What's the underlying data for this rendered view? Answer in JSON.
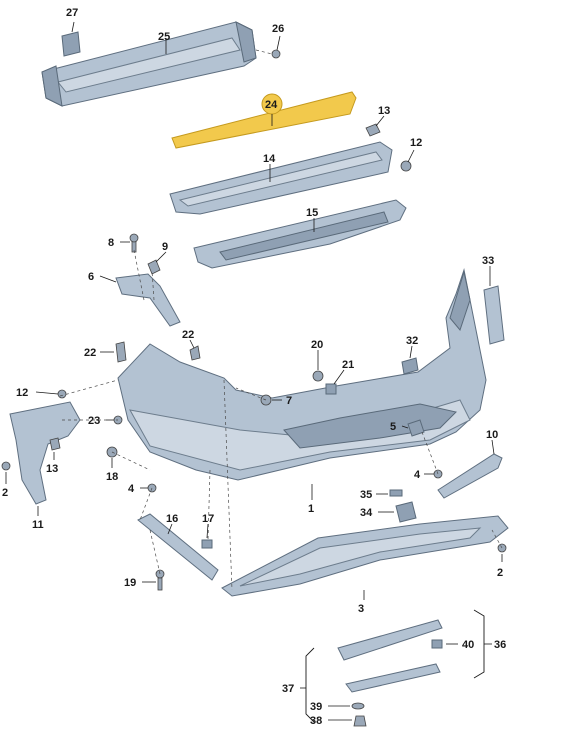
{
  "callouts": {
    "c27": "27",
    "c25": "25",
    "c26": "26",
    "c24": "24",
    "c13a": "13",
    "c12a": "12",
    "c14": "14",
    "c15": "15",
    "c8": "8",
    "c9": "9",
    "c6": "6",
    "c33": "33",
    "c22a": "22",
    "c22b": "22",
    "c20": "20",
    "c32": "32",
    "c21": "21",
    "c12b": "12",
    "c7": "7",
    "c23": "23",
    "c13b": "13",
    "c5": "5",
    "c10": "10",
    "c18": "18",
    "c2a": "2",
    "c4a": "4",
    "c4b": "4",
    "c1": "1",
    "c11": "11",
    "c35": "35",
    "c34": "34",
    "c16": "16",
    "c17": "17",
    "c19": "19",
    "c3": "3",
    "c2b": "2",
    "c36": "36",
    "c40": "40",
    "c37": "37",
    "c39": "39",
    "c38": "38"
  },
  "colors": {
    "part_fill": "#b3c2d2",
    "part_stroke": "#5f6f80",
    "highlight": "#f2c94c"
  },
  "highlighted_part": "24"
}
